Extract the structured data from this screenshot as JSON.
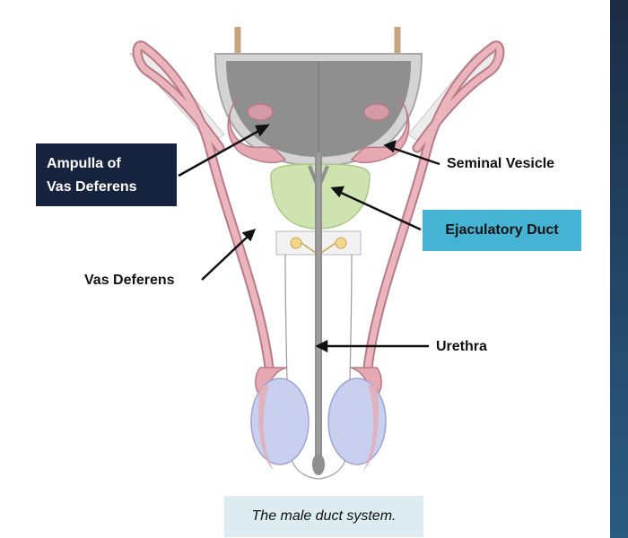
{
  "labels": {
    "ampulla_line1": "Ampulla of",
    "ampulla_line2": "Vas Deferens",
    "seminal_vesicle": "Seminal Vesicle",
    "ejaculatory_duct": "Ejaculatory Duct",
    "vas_deferens": "Vas Deferens",
    "urethra": "Urethra"
  },
  "caption": "The male duct system.",
  "colors": {
    "bladder": "#9a9a9a",
    "bladder_wall": "#d2d2d2",
    "prostate": "#cfe3b0",
    "duct_pink": "#e6a9b3",
    "testis_blue": "#c9cfee",
    "ureter_tan": "#c8a47e",
    "accent_dark": "#16233f",
    "accent_blue": "#45b3d3",
    "caption_bg": "#dcecf1"
  }
}
